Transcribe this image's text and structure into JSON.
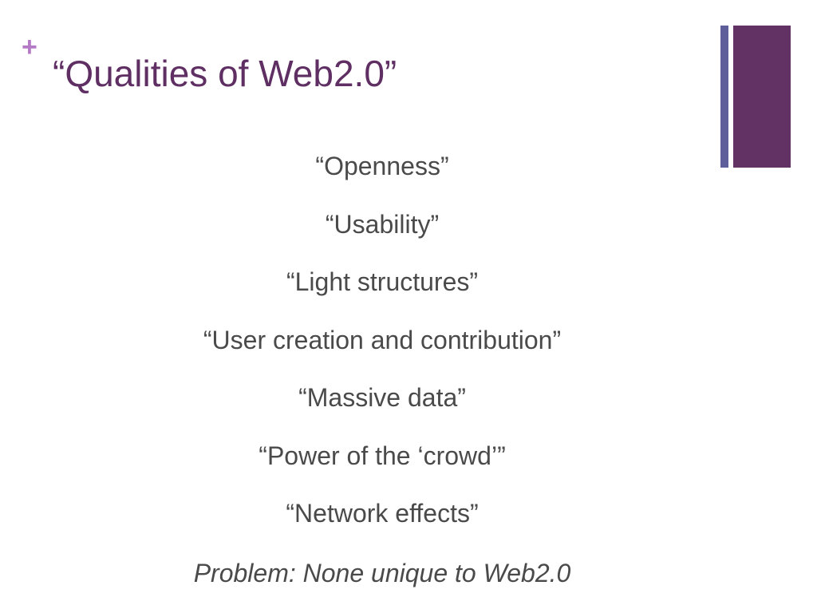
{
  "slide": {
    "plus_glyph": "+",
    "title": "“Qualities of Web2.0”",
    "items": [
      "“Openness”",
      "“Usability”",
      "“Light structures”",
      "“User creation and contribution”",
      "“Massive data”",
      "“Power of the ‘crowd’”",
      "“Network effects”"
    ],
    "problem": "Problem: None unique to Web2.0"
  },
  "colors": {
    "title": "#5f2f63",
    "plus": "#b57ac6",
    "accent_thin": "#5e5f9a",
    "accent_thick": "#613263",
    "body_text": "#4a4a4a"
  }
}
